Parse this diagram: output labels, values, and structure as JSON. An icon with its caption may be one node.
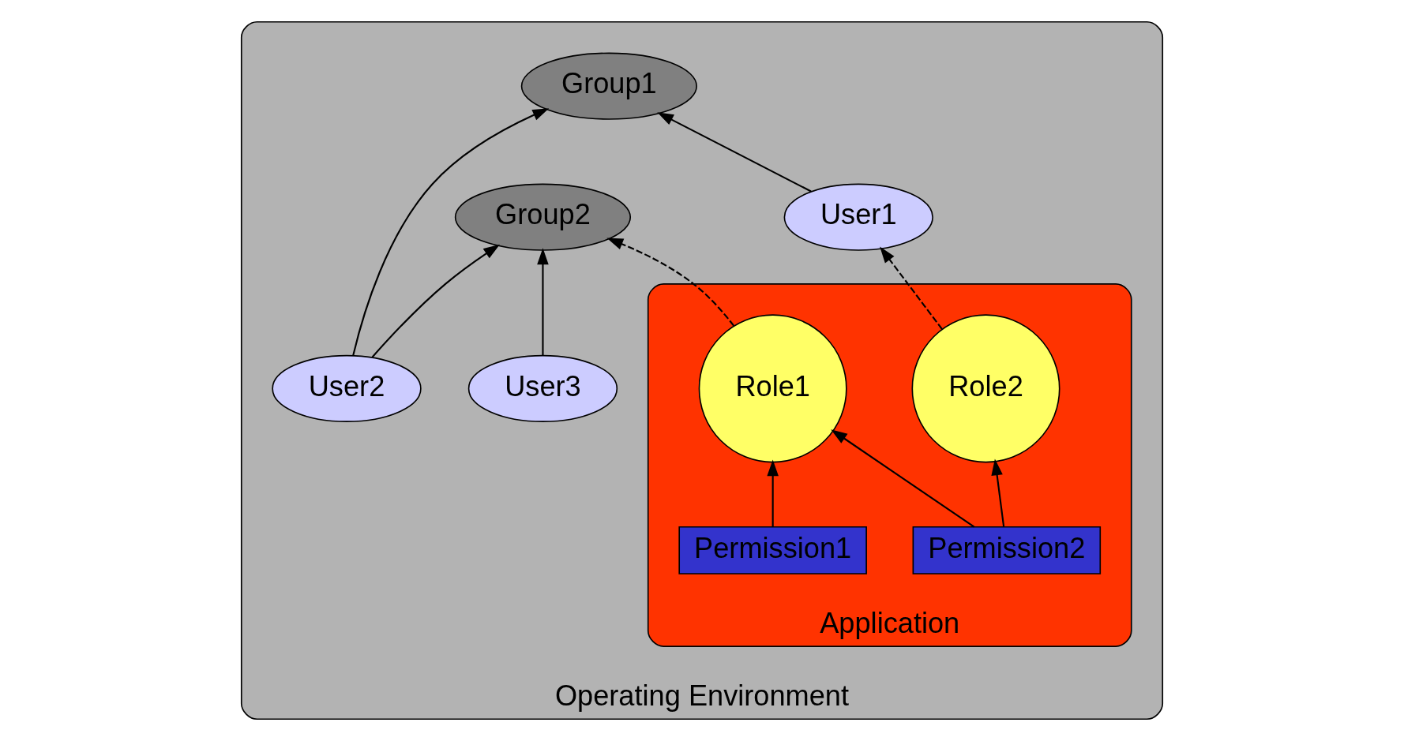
{
  "diagram": {
    "nodes": [
      {
        "text": [
          "Operating Environment"
        ]
      },
      {
        "text": [
          "Group1"
        ],
        "in": 0
      },
      {
        "text": [
          "Group2"
        ],
        "in": 0
      },
      {
        "text": [
          "User2"
        ],
        "in": 0
      },
      {
        "text": [
          "User3"
        ],
        "in": 0
      },
      {
        "text": [
          "User1"
        ],
        "in": 0
      },
      {
        "text": [
          "Application"
        ],
        "in": 0
      },
      {
        "text": [
          "Role1"
        ],
        "in": 6
      },
      {
        "text": [
          "Permission1"
        ],
        "in": 6
      },
      {
        "text": [
          "Permission2"
        ],
        "in": 6
      },
      {
        "text": [
          "Role2"
        ],
        "in": 6
      }
    ],
    "edges": [
      {
        "from": 5,
        "to": 1,
        "arrow": "to"
      },
      {
        "from": 3,
        "to": 1,
        "arrow": "to"
      },
      {
        "from": 3,
        "to": 2,
        "arrow": "to"
      },
      {
        "from": 4,
        "to": 2,
        "arrow": "to"
      },
      {
        "from": 7,
        "to": 2,
        "arrow": "to",
        "style": "dashed"
      },
      {
        "from": 8,
        "to": 7,
        "arrow": "to"
      },
      {
        "from": 9,
        "to": 7,
        "arrow": "to"
      },
      {
        "from": 9,
        "to": 10,
        "arrow": "to"
      },
      {
        "from": 10,
        "to": 5,
        "arrow": "to",
        "style": "dashed"
      }
    ]
  }
}
